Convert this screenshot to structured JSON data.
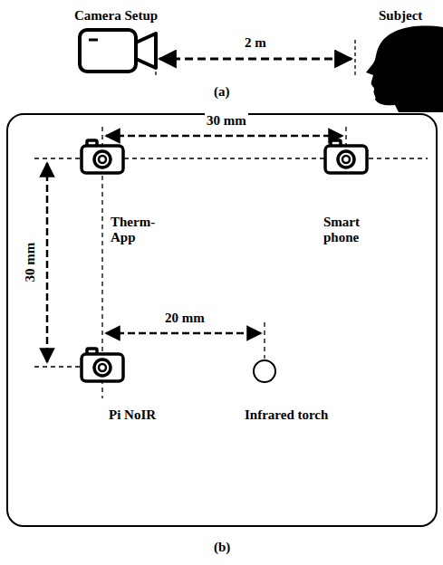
{
  "diagram": {
    "labels": [
      "Camera Setup",
      "Subject",
      "2 m",
      "(a)",
      "30 mm",
      "Therm- App",
      "Smart phone",
      "30 mm",
      "20 mm",
      "Pi NoIR",
      "Infrared torch",
      "(b)"
    ]
  }
}
